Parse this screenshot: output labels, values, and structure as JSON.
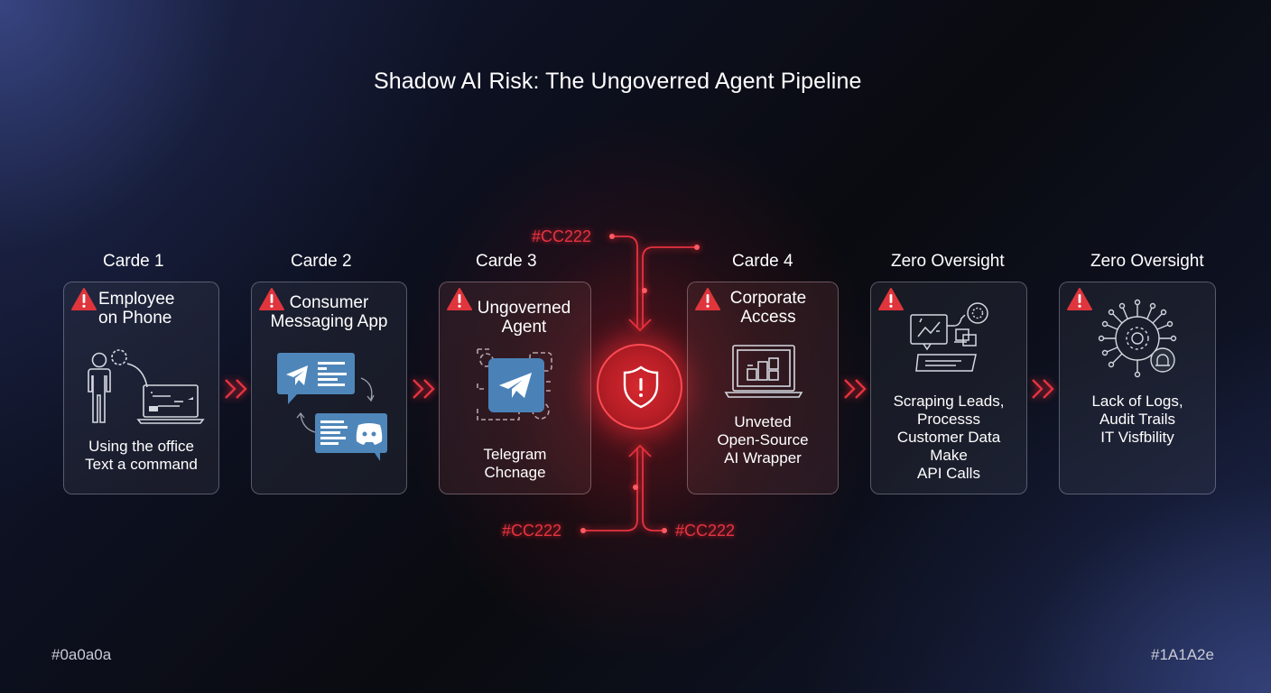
{
  "title": "Shadow AI Risk: The Ungoverred Agent Pipeline",
  "colors": {
    "background_dark": "#0a0b10",
    "background_blue": "#1a2244",
    "accent_red": "#e53340",
    "warning_red": "#e0353c",
    "card_border": "#c8cddc",
    "text": "#ffffff"
  },
  "steps": [
    {
      "label": "Carde 1",
      "title": "Employee\non Phone",
      "description": "Using the office\nText a command",
      "icon": "person-laptop-icon",
      "warning_icon": "warning-triangle-icon"
    },
    {
      "label": "Carde 2",
      "title": "Consumer\nMessaging App",
      "description": "",
      "icon": "telegram-discord-chat-icon",
      "warning_icon": "warning-triangle-icon"
    },
    {
      "label": "Carde 3",
      "title": "Ungoverned\nAgent",
      "description": "Telegram\nChcnage",
      "icon": "telegram-agent-icon",
      "warning_icon": "warning-triangle-icon"
    },
    {
      "label": "Carde 4",
      "title": "Corporate\nAccess",
      "description": "Unveted\nOpen-Source\nAI Wrapper",
      "icon": "laptop-dashboard-icon",
      "warning_icon": "warning-triangle-icon"
    },
    {
      "label": "Zero Oversight",
      "title": "",
      "description": "Scraping Leads,\nProcesss\nCustomer Data\nMake\nAPI Calls",
      "icon": "data-scraping-icon",
      "warning_icon": "warning-triangle-icon"
    },
    {
      "label": "Zero Oversight",
      "title": "",
      "description": "Lack of Logs,\nAudit Trails\nIT Visfbility",
      "icon": "network-virus-icon",
      "warning_icon": "warning-triangle-icon"
    }
  ],
  "connectors": {
    "arrow_icon": "double-chevron-right-icon",
    "color": "#e53340"
  },
  "center_hub": {
    "icon": "shield-alert-icon",
    "annotations": [
      "#CC222",
      "#CC222",
      "#CC222"
    ]
  },
  "corner_notes": {
    "bottom_left": "#0a0a0a",
    "bottom_right": "#1A1A2e"
  }
}
